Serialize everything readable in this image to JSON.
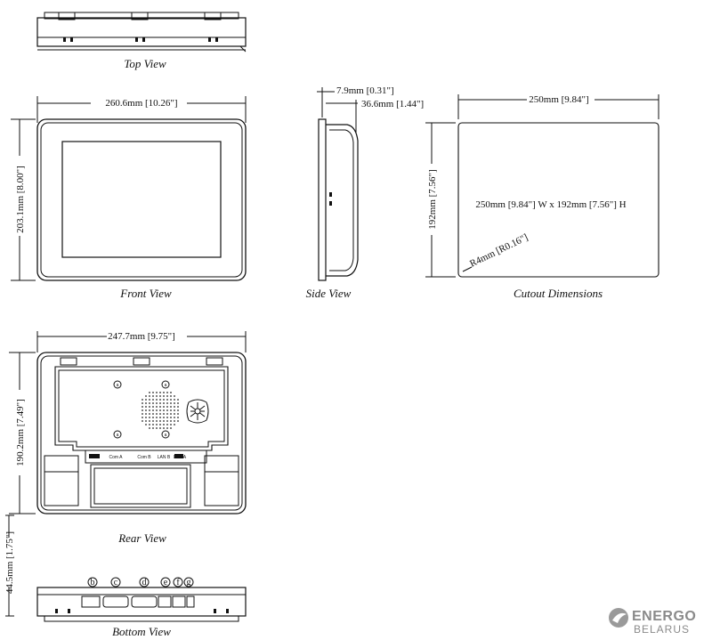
{
  "views": {
    "top": "Top View",
    "front": "Front View",
    "side": "Side View",
    "cutout": "Cutout Dimensions",
    "rear": "Rear View",
    "bottom": "Bottom View"
  },
  "dimensions": {
    "front_width": "260.6mm [10.26\"]",
    "front_height": "203.1mm [8.00\"]",
    "side_bezel": "7.9mm [0.31\"]",
    "side_depth": "36.6mm [1.44\"]",
    "cutout_width": "250mm [9.84\"]",
    "cutout_height": "192mm [7.56\"]",
    "cutout_size": "250mm [9.84\"] W x 192mm [7.56\"] H",
    "cutout_radius": "R4mm [R0.16\"]",
    "rear_width": "247.7mm [9.75\"]",
    "rear_height": "190.2mm [7.49\"]",
    "bottom_height": "44.5mm [1.75\"]"
  },
  "rear_labels": {
    "screw_marker": "a",
    "com_a": "Com A",
    "com_b": "Com B",
    "lan_b": "LAN B",
    "lan_a": "LAN A"
  },
  "bottom_ports": [
    "b",
    "c",
    "d",
    "e",
    "f",
    "g"
  ],
  "logo": {
    "main": "ENERGO",
    "sub": "BELARUS"
  }
}
